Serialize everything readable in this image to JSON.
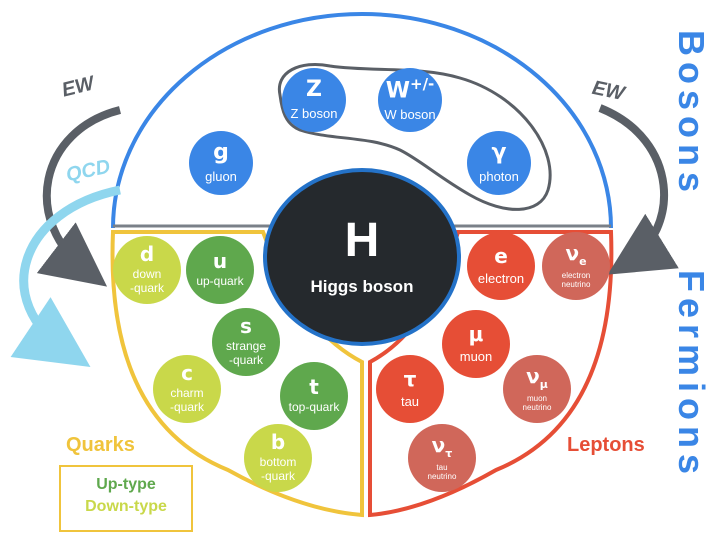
{
  "arrow_labels": {
    "ew_left": "EW",
    "ew_right": "EW",
    "qcd": "QCD"
  },
  "groups": {
    "bosons": "Bosons",
    "fermions": "Fermions",
    "quarks": "Quarks",
    "leptons": "Leptons"
  },
  "legend": {
    "up": "Up-type",
    "down": "Down-type"
  },
  "higgs": {
    "symbol": "H",
    "name": "Higgs boson"
  },
  "bosons": [
    {
      "symbol": "Z",
      "name": "Z boson"
    },
    {
      "symbol": "W",
      "sup": "+/-",
      "name": "W boson"
    },
    {
      "symbol": "g",
      "name": "gluon"
    },
    {
      "symbol": "γ",
      "name": "photon"
    }
  ],
  "quarks": [
    {
      "symbol": "d",
      "name1": "down",
      "name2": "-quark",
      "type": "down"
    },
    {
      "symbol": "u",
      "name1": "up-quark",
      "name2": "",
      "type": "up"
    },
    {
      "symbol": "s",
      "name1": "strange",
      "name2": "-quark",
      "type": "up"
    },
    {
      "symbol": "c",
      "name1": "charm",
      "name2": "-quark",
      "type": "down"
    },
    {
      "symbol": "t",
      "name1": "top-quark",
      "name2": "",
      "type": "up"
    },
    {
      "symbol": "b",
      "name1": "bottom",
      "name2": "-quark",
      "type": "down"
    }
  ],
  "leptons": [
    {
      "symbol": "e",
      "name": "electron"
    },
    {
      "symbol": "μ",
      "name": "muon"
    },
    {
      "symbol": "τ",
      "name": "tau"
    }
  ],
  "neutrinos": [
    {
      "symbol": "ν",
      "sub": "e",
      "name1": "electron",
      "name2": "neutrino"
    },
    {
      "symbol": "ν",
      "sub": "μ",
      "name1": "muon",
      "name2": "neutrino"
    },
    {
      "symbol": "ν",
      "sub": "τ",
      "name1": "tau",
      "name2": "neutrino"
    }
  ],
  "colors": {
    "boson": "#3a86e6",
    "higgs": "#25292d",
    "up_type": "#5fa84d",
    "down_type": "#c9d84a",
    "quark_region": "#f0c43c",
    "lepton_region": "#e64e36",
    "lepton": "#e64e36",
    "neutrino": "#d0675a",
    "ew_arrow": "#5a5f66",
    "qcd_arrow": "#8fd6ee"
  }
}
